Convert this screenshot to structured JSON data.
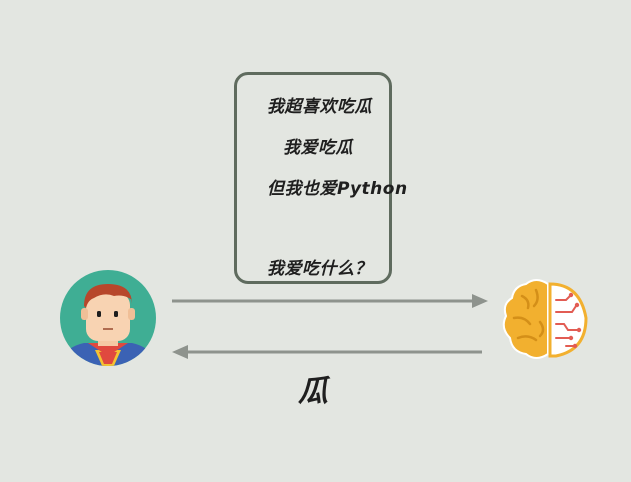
{
  "prompt": {
    "lines": [
      "我超喜欢吃瓜",
      "我爱吃瓜",
      "但我也爱Python",
      "我爱吃什么？"
    ]
  },
  "answer": "瓜",
  "colors": {
    "background": "#e3e6e1",
    "card_border": "#5f6b5e",
    "arrow": "#8e938d",
    "avatar_bg": "#3fae94",
    "brain_yellow": "#f2b02f",
    "circuit_red": "#e25c53"
  },
  "icons": {
    "user": "superhero-avatar-icon",
    "model": "brain-ai-icon"
  }
}
